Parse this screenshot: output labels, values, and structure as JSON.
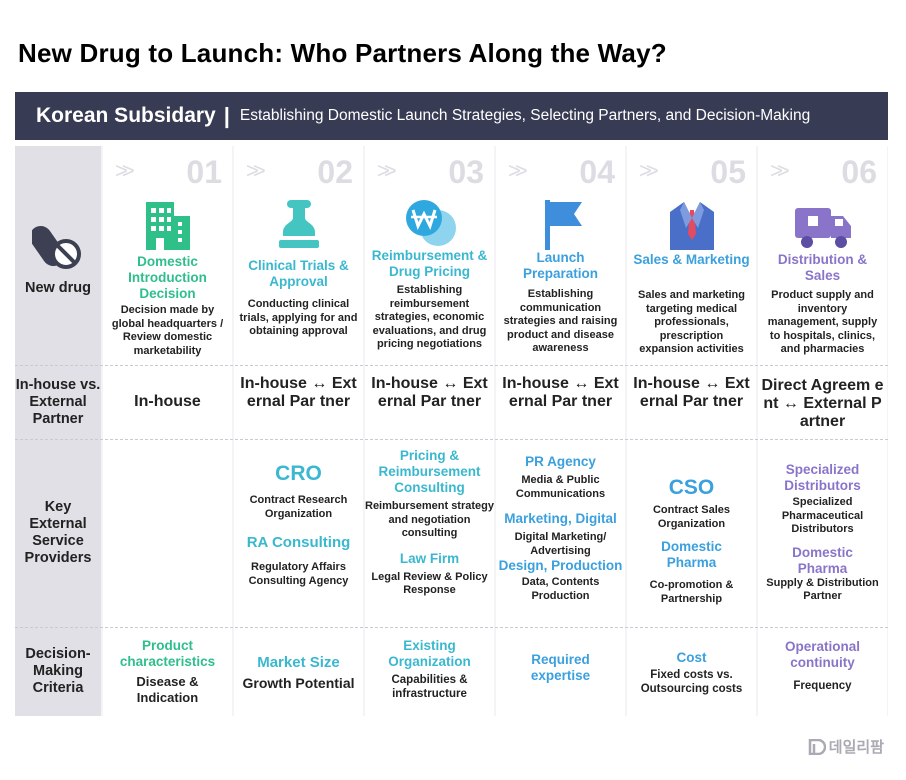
{
  "title": "New Drug to Launch: Who Partners Along the Way?",
  "banner": {
    "main": "Korean Subsidary",
    "separator": "|",
    "subtitle": "Establishing Domestic Launch Strategies, Selecting Partners, and Decision-Making"
  },
  "row_labels": {
    "drug": "New drug",
    "inhouse": "In-house vs. External Partner",
    "providers": "Key External Service Providers",
    "criteria": "Decision-Making Criteria"
  },
  "chevron": ">>",
  "steps": [
    {
      "num": "01",
      "icon": "building-icon",
      "title": "Domestic Introduction Decision",
      "desc": "Decision made by global headquarters / Review domestic marketability",
      "who": "In-house"
    },
    {
      "num": "02",
      "icon": "stamp-icon",
      "title": "Clinical Trials & Approval",
      "desc": "Conducting clinical trials, applying for and obtaining approval",
      "who": "In-house ↔ External Par tner"
    },
    {
      "num": "03",
      "icon": "won-coin-icon",
      "title": "Reimbursement & Drug Pricing",
      "desc": "Establishing reimbursement strategies, economic evaluations, and drug pricing negotiations",
      "who": "In-house ↔ External Par tner"
    },
    {
      "num": "04",
      "icon": "flag-icon",
      "title": "Launch Preparation",
      "desc": "Establishing communication strategies and raising product and disease awareness",
      "who": "In-house ↔ External Par tner"
    },
    {
      "num": "05",
      "icon": "suit-icon",
      "title": "Sales & Marketing",
      "desc": "Sales and marketing targeting medical professionals, prescription expansion activities",
      "who": "In-house ↔ External Par tner"
    },
    {
      "num": "06",
      "icon": "truck-icon",
      "title": "Distribution & Sales",
      "desc": "Product supply and inventory management, supply to hospitals, clinics, and pharmacies",
      "who": "Direct Agreem ent ↔ External Partner"
    }
  ],
  "providers": {
    "col2": {
      "p1_title": "CRO",
      "p1_desc": "Contract Research Organization",
      "p2_title": "RA Consulting",
      "p2_desc": "Regulatory Affairs Consulting Agency"
    },
    "col3": {
      "p1_title": "Pricing & Reimbursement Consulting",
      "p1_desc": "Reimbursement strategy and negotiation consulting",
      "p2_title": "Law Firm",
      "p2_desc": "Legal Review & Policy Response"
    },
    "col4": {
      "p1_title": "PR Agency",
      "p1_desc": "Media & Public Communications",
      "p2_title": "Marketing, Digital",
      "p2_desc": "Digital Marketing/ Advertising",
      "p3_title": "Design, Production",
      "p3_desc": "Data, Contents Production"
    },
    "col5": {
      "p1_title": "CSO",
      "p1_desc": "Contract Sales Organization",
      "p2_title": "Domestic Pharma",
      "p2_desc": "Co-promotion & Partnership"
    },
    "col6": {
      "p1_title": "Specialized Distributors",
      "p1_desc": "Specialized Pharmaceutical Distributors",
      "p2_title": "Domestic Pharma",
      "p2_desc": "Supply & Distribution Partner"
    }
  },
  "criteria": [
    {
      "title": "Product characteristics",
      "desc": "Disease & Indication"
    },
    {
      "title": "Market Size",
      "desc": "Growth Potential"
    },
    {
      "title": "Existing Organization",
      "desc": "Capabilities & infrastructure"
    },
    {
      "title": "Required expertise",
      "desc": ""
    },
    {
      "title": "Cost",
      "desc": "Fixed costs vs. Outsourcing costs"
    },
    {
      "title": "Operational continuity",
      "desc": "Frequency"
    }
  ],
  "logo_text": "데일리팜",
  "colors": {
    "banner": "#383b54",
    "teal": "#3ab8cf",
    "purple": "#8a74c9",
    "blue": "#3aa0de",
    "label_column": "#e0e0e6"
  }
}
